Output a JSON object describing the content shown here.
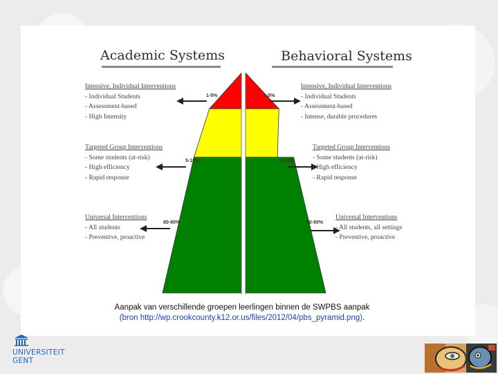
{
  "academic_heading": "Academic Systems",
  "behavioral_heading": "Behavioral Systems",
  "academic": {
    "tier1": {
      "title": "Intensive, Individual Interventions",
      "items": [
        "- Individual Students",
        "- Assessment-based",
        "- High Intensity"
      ],
      "pct": "1-5%"
    },
    "tier2": {
      "title": "Targeted Group Interventions",
      "items": [
        "- Some students (at-risk)",
        "- High efficiency",
        "- Rapid response"
      ],
      "pct": "5-10%"
    },
    "tier3": {
      "title": "Universal Interventions",
      "items": [
        "- All students",
        "- Preventive, proactive"
      ],
      "pct": "80-90%"
    }
  },
  "behavioral": {
    "tier1": {
      "title": "Intensive, Individual Interventions",
      "items": [
        "- Individual Students",
        "- Assessment-based",
        "- Intense, durable procedures"
      ],
      "pct": "1-5%"
    },
    "tier2": {
      "title": "Targeted Group Interventions",
      "items": [
        "- Some students (at-risk)",
        "- High efficiency",
        "- Rapid response"
      ],
      "pct": "5-10%"
    },
    "tier3": {
      "title": "Universal Interventions",
      "items": [
        "- All students, all settings",
        "- Preventive, proactive"
      ],
      "pct": "80-90%"
    }
  },
  "pyramid_colors": {
    "top": "#ff0000",
    "middle": "#ffff00",
    "bottom": "#008000"
  },
  "caption": {
    "line1": "Aanpak van verschillende groepen leerlingen binnen de SWPBS aanpak",
    "line2": "(bron http://wp.crookcounty.k12.or.us/files/2012/04/pbs_pyramid.png)",
    "line2_end": "."
  },
  "logo": {
    "line1": "UNIVERSITEIT",
    "line2": "GENT"
  }
}
